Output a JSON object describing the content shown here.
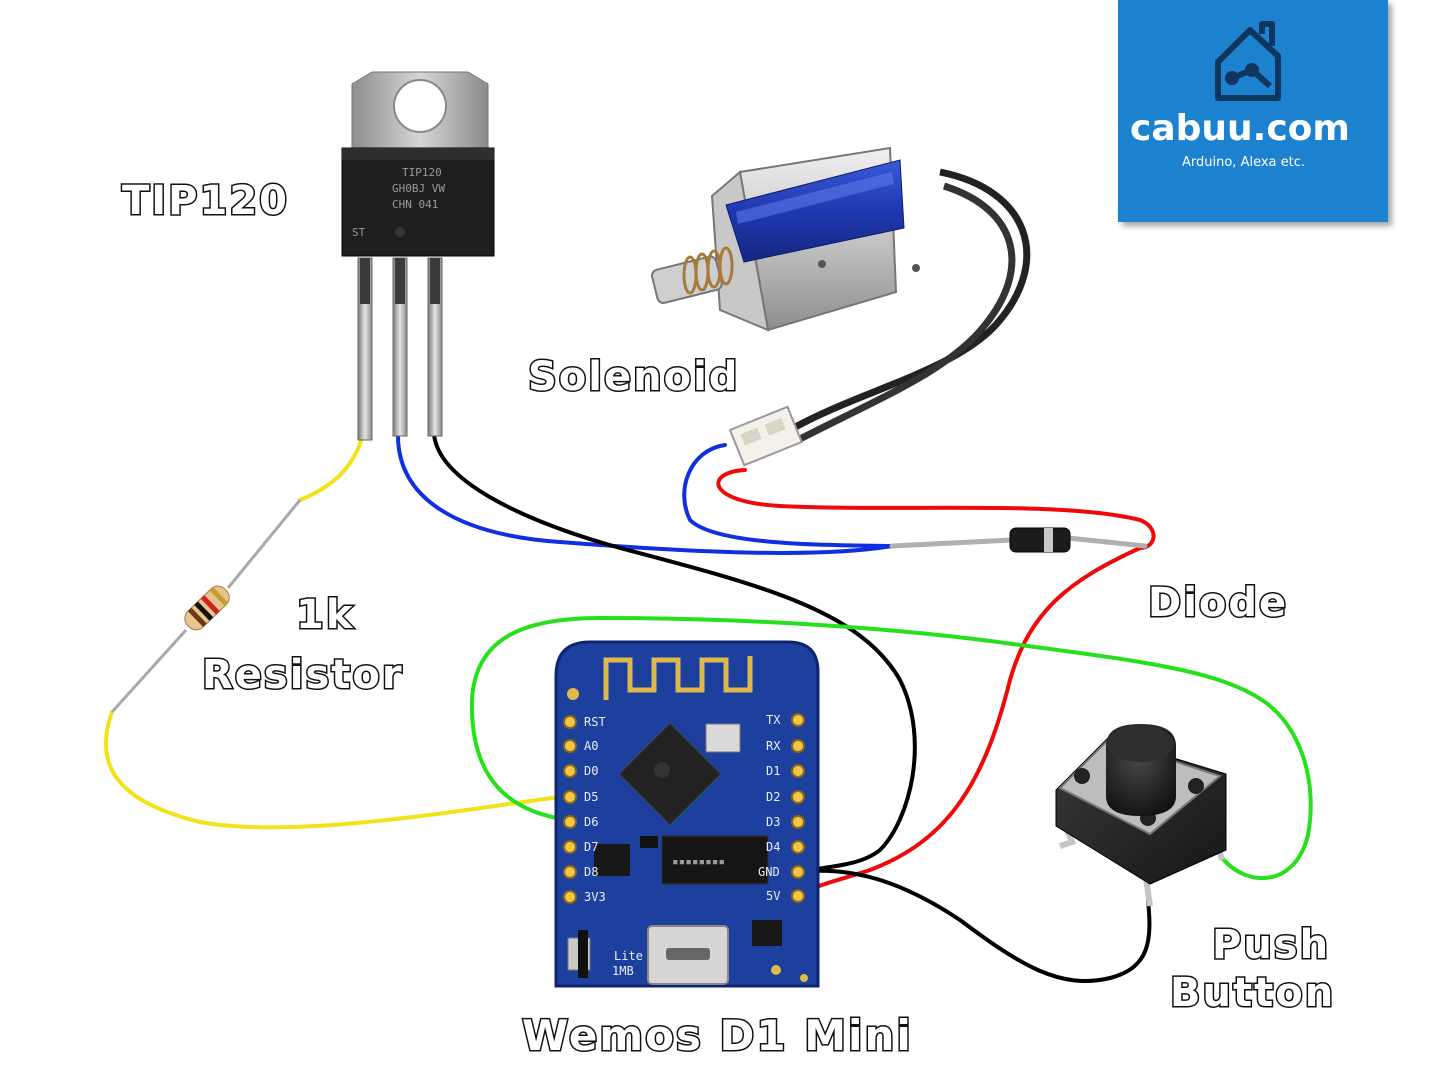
{
  "logo": {
    "brand": "cabuu.com",
    "tagline": "Arduino, Alexa etc.",
    "background": "#1a82d0"
  },
  "labels": {
    "transistor": "TIP120",
    "solenoid": "Solenoid",
    "diode": "Diode",
    "resistor_line1": "1k",
    "resistor_line2": "Resistor",
    "button_line1": "Push",
    "button_line2": "Button",
    "board": "Wemos D1 Mini"
  },
  "transistor_marking": {
    "line1": "TIP120",
    "line2": "GH0BJ VW",
    "line3": "CHN 041"
  },
  "board": {
    "left_pins": [
      "RST",
      "A0",
      "D0",
      "D5",
      "D6",
      "D7",
      "D8",
      "3V3"
    ],
    "right_pins": [
      "TX",
      "RX",
      "D1",
      "D2",
      "D3",
      "D4",
      "GND",
      "5V"
    ],
    "bottom_text_1": "Lite",
    "bottom_text_2": "1MB",
    "color": "#1d3f9e"
  },
  "wire_colors": {
    "yellow": "#f2e21a",
    "blue": "#1030e0",
    "black": "#000000",
    "red": "#ee0a0a",
    "green": "#27e01c"
  }
}
